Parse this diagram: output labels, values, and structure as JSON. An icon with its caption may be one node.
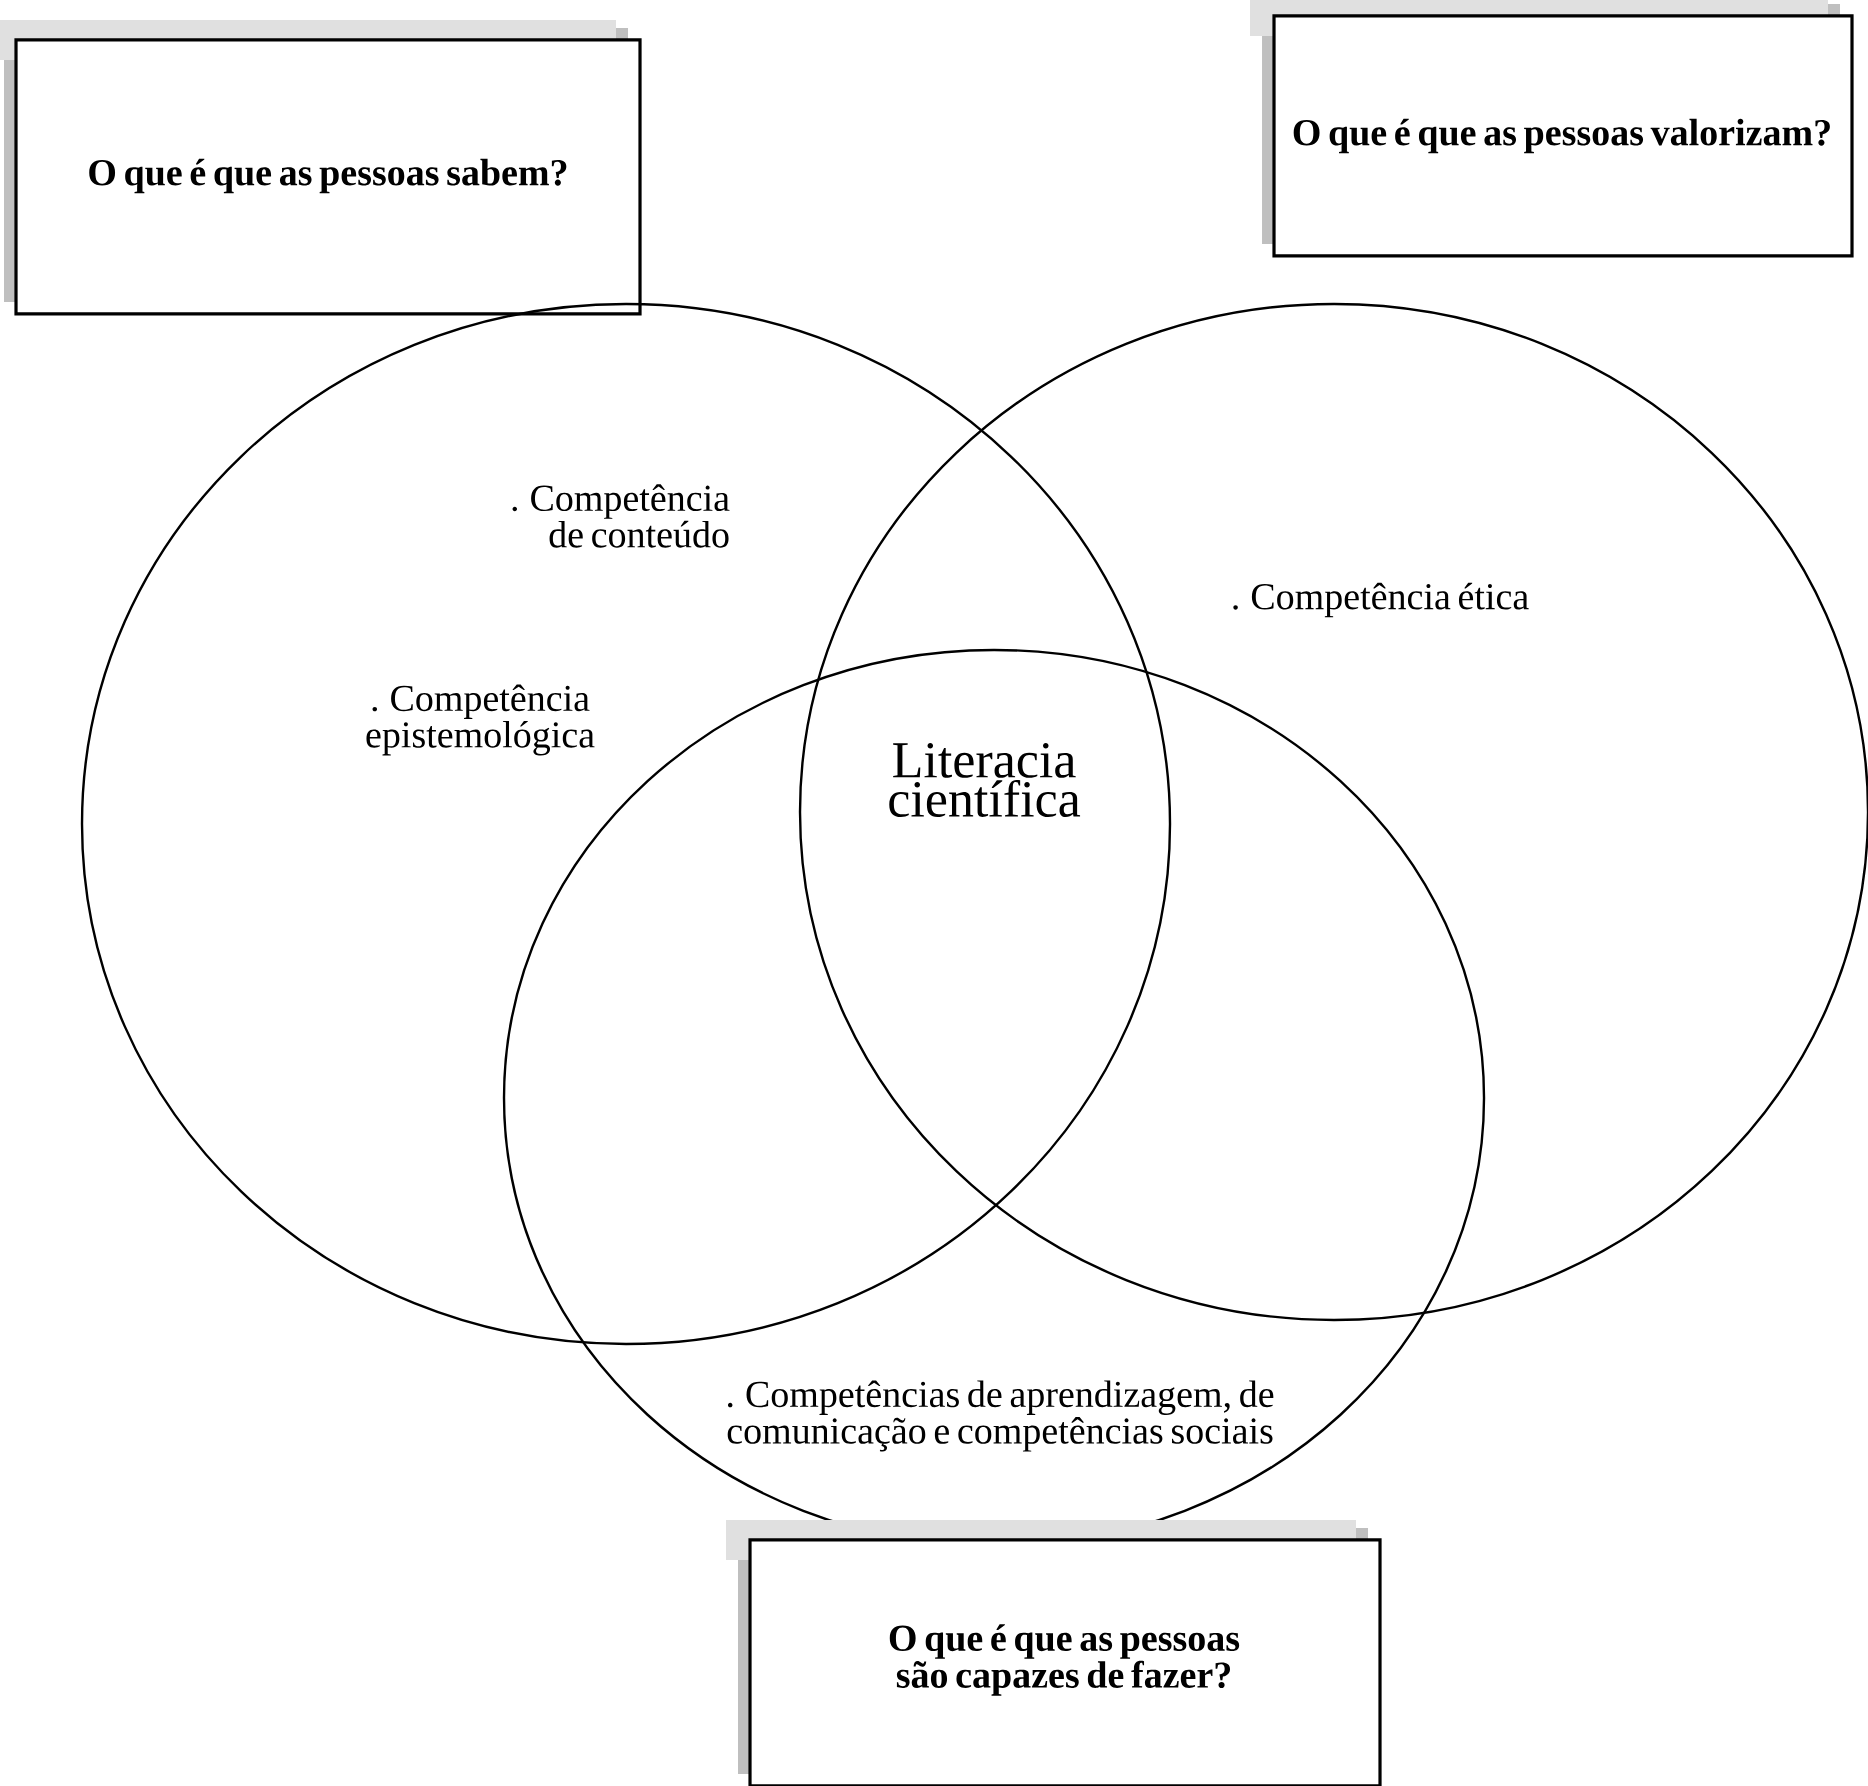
{
  "diagram": {
    "nodes": [
      {
        "text": [
          "O que é que as pessoas sabem?"
        ]
      },
      {
        "text": [
          "O que é que as pessoas valorizam?"
        ]
      },
      {
        "text": [
          ". Competência de conteúdo",
          ". Competência epistemológica"
        ]
      },
      {
        "text": [
          ". Competência ética"
        ]
      },
      {
        "text": [
          ". Competências de aprendizagem, de comunicação e competências sociais"
        ]
      },
      {
        "text": [
          "O que é que as pessoas são capazes de fazer?"
        ]
      }
    ],
    "labels": [
      "Literacia científica"
    ]
  }
}
